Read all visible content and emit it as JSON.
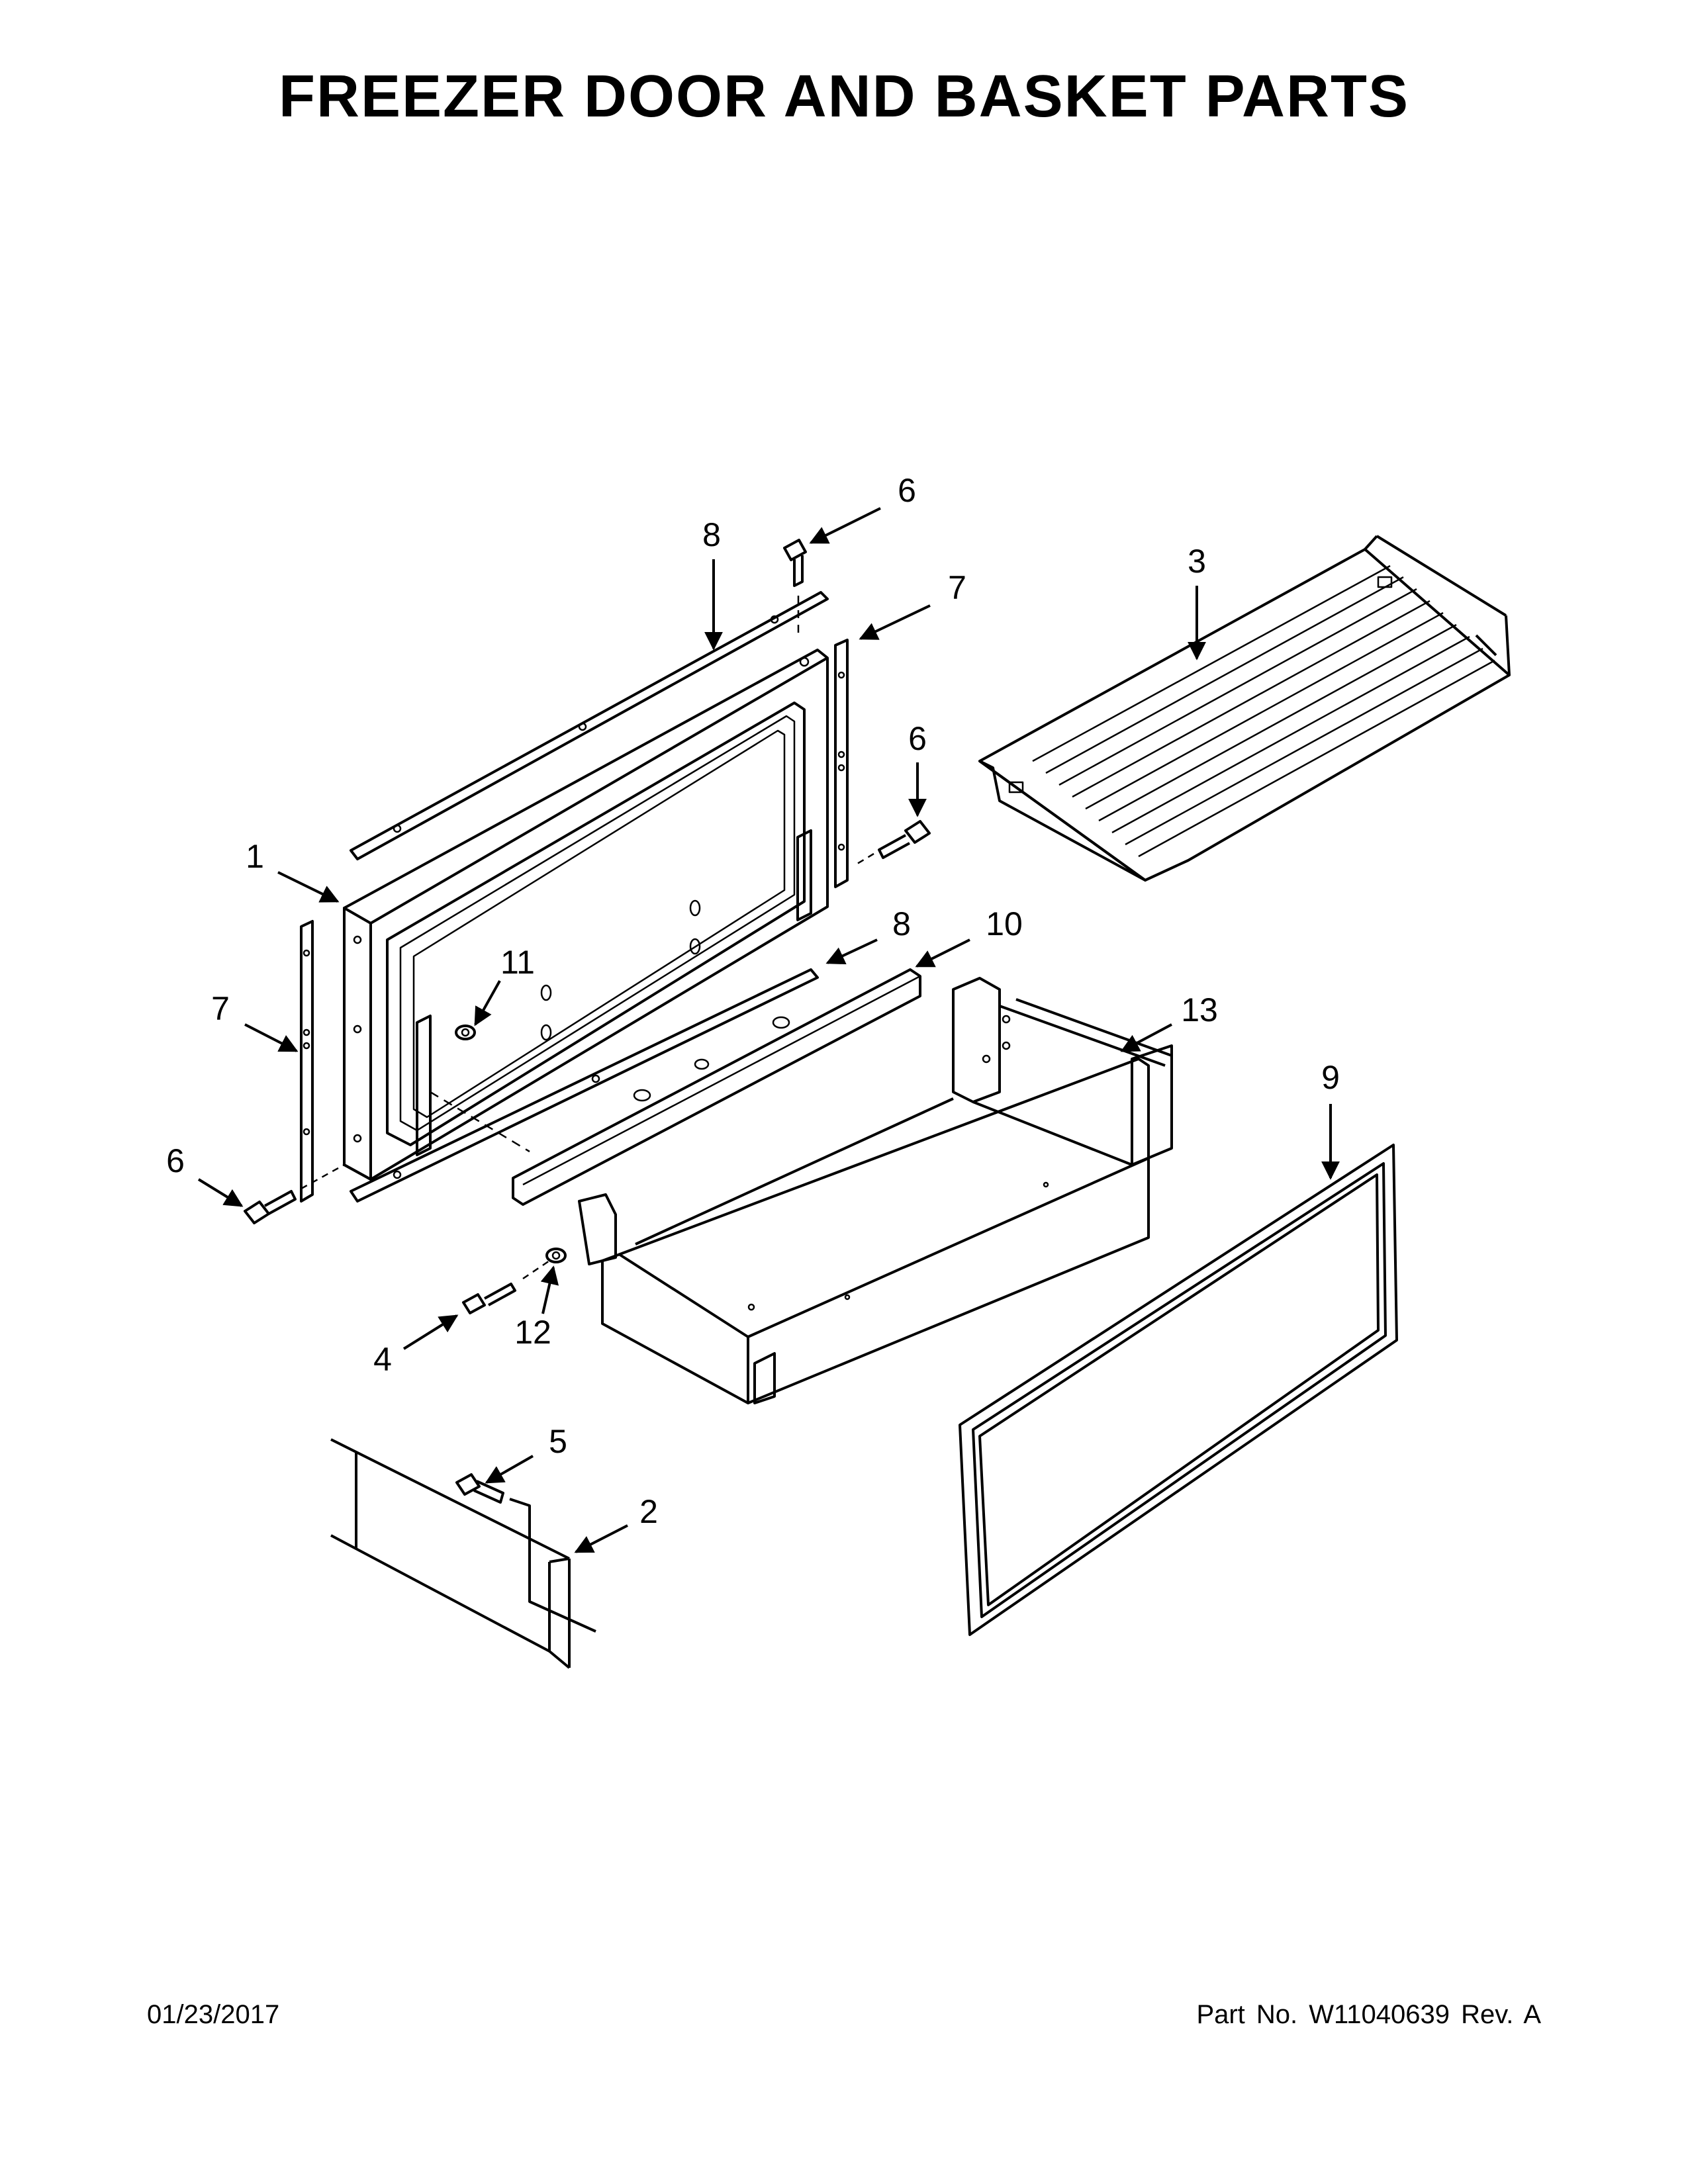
{
  "title": "FREEZER DOOR AND BASKET PARTS",
  "footer": {
    "date": "01/23/2017",
    "part_number": "Part No.  W11040639  Rev.  A"
  },
  "callouts": {
    "c1": "1",
    "c2": "2",
    "c3": "3",
    "c4": "4",
    "c5": "5",
    "c6a": "6",
    "c6b": "6",
    "c6c": "6",
    "c7a": "7",
    "c7b": "7",
    "c8a": "8",
    "c8b": "8",
    "c9": "9",
    "c10": "10",
    "c11": "11",
    "c12": "12",
    "c13": "13"
  }
}
